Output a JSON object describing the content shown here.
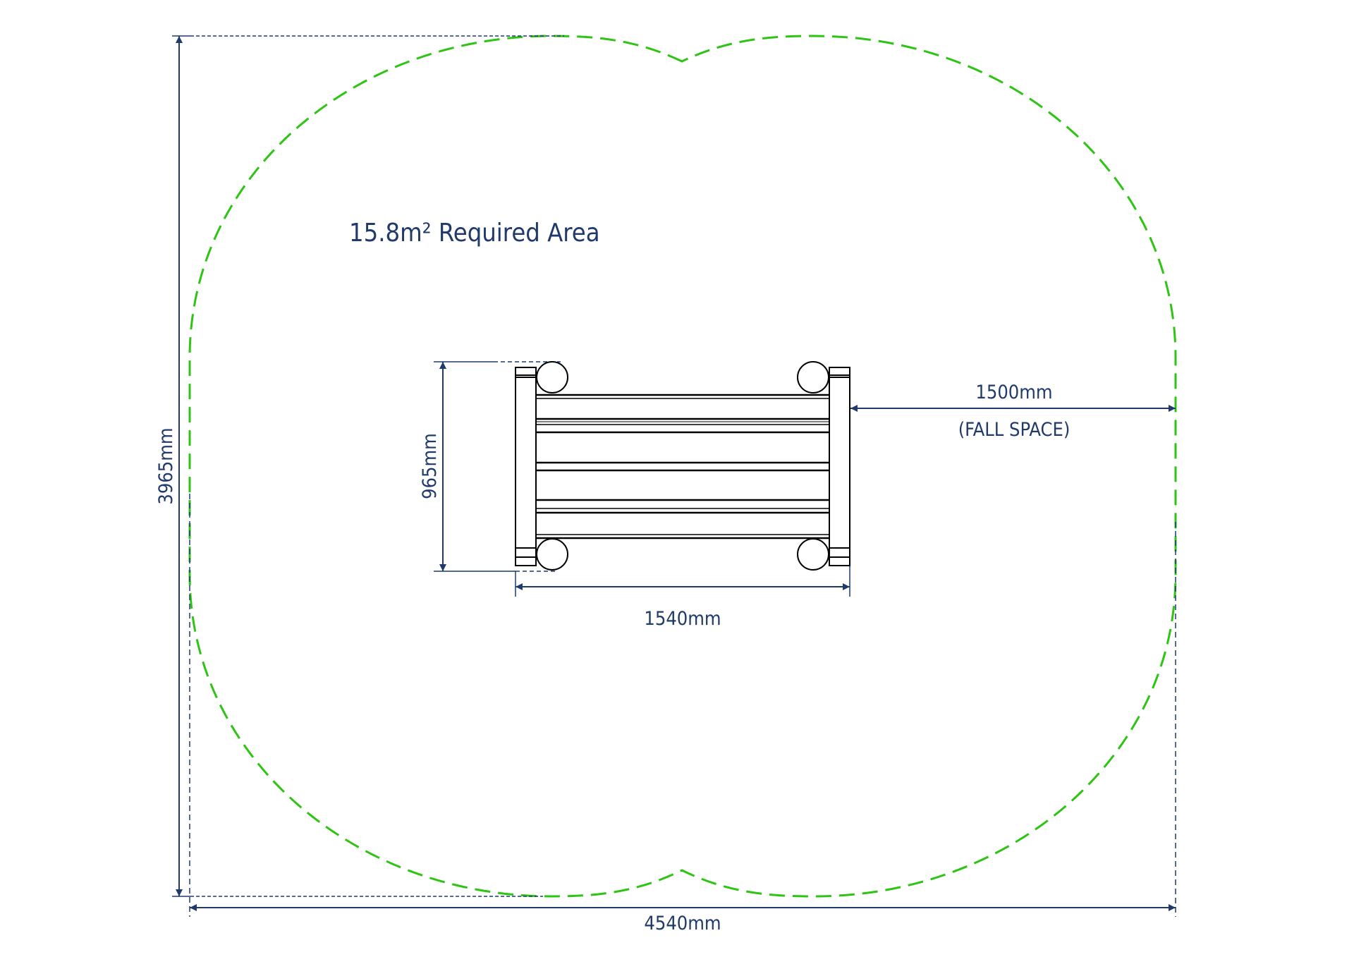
{
  "area_label": "15.8m² Required Area",
  "dimensions": {
    "overall_height": "3965mm",
    "overall_width": "4540mm",
    "bench_depth": "965mm",
    "bench_length": "1540mm",
    "fall_space_distance": "1500mm",
    "fall_space_label": "(FALL SPACE)"
  },
  "colors": {
    "dimension": "#1f3a6b",
    "fall_zone": "#2ec414",
    "equipment": "#000000"
  }
}
